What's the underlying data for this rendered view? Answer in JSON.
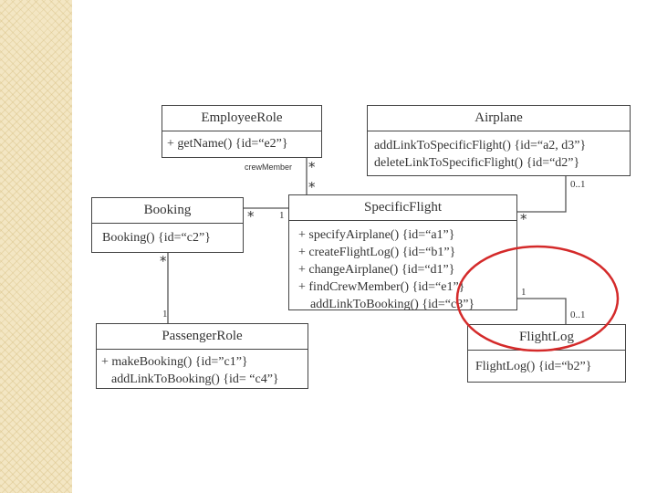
{
  "diagram": {
    "classes": {
      "employee_role": {
        "name": "EmployeeRole",
        "operations": [
          "+ getName() {id=“e2”}"
        ]
      },
      "airplane": {
        "name": "Airplane",
        "operations": [
          "addLinkToSpecificFlight() {id=“a2, d3”}",
          "deleteLinkToSpecificFlight() {id=“d2”}"
        ]
      },
      "booking": {
        "name": "Booking",
        "operations": [
          "Booking() {id=“c2”}"
        ]
      },
      "specific_flight": {
        "name": "SpecificFlight",
        "operations": [
          "+ specifyAirplane() {id=“a1”}",
          "+ createFlightLog() {id=“b1”}",
          "+ changeAirplane() {id=“d1”}",
          "+ findCrewMember() {id=“e1”}",
          "addLinkToBooking() {id=“c3”}"
        ]
      },
      "passenger_role": {
        "name": "PassengerRole",
        "operations": [
          "+ makeBooking() {id=”c1”}",
          "addLinkToBooking() {id= “c4”}"
        ]
      },
      "flight_log": {
        "name": "FlightLog",
        "operations": [
          "FlightLog() {id=“b2”}"
        ]
      }
    },
    "associations": {
      "crew": {
        "role": "crewMember",
        "mult_employee": "*",
        "mult_flight": "*"
      },
      "booking_flight": {
        "mult_booking": "*",
        "mult_flight": "1"
      },
      "airplane_flight": {
        "mult_airplane": "0..1",
        "mult_flight": "*"
      },
      "booking_passenger": {
        "mult_booking": "*",
        "mult_passenger": "1"
      },
      "flight_log": {
        "mult_flight": "1",
        "mult_log": "0..1"
      }
    },
    "highlight_color": "#d42a2a"
  }
}
